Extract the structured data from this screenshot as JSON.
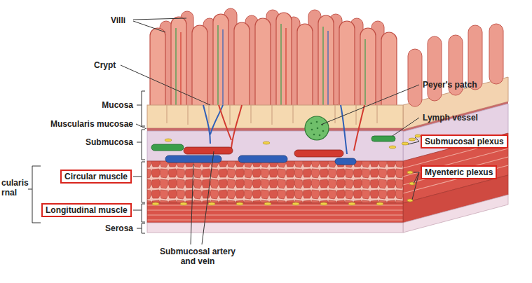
{
  "diagram": {
    "nodes": [
      {
        "text": [
          "Submucosal plexus"
        ]
      },
      {
        "text": [
          "Myenteric plexus"
        ]
      },
      {
        "text": [
          "Circular muscle"
        ]
      },
      {
        "text": [
          "Longitudinal muscle"
        ]
      }
    ],
    "labels": [
      "Villi",
      "Crypt",
      "Mucosa",
      "Muscularis mucosae",
      "Submucosa",
      "cularis rnal",
      "Serosa",
      "Submucosal artery and vein",
      "Peyer's patch",
      "Lymph vessel"
    ]
  }
}
